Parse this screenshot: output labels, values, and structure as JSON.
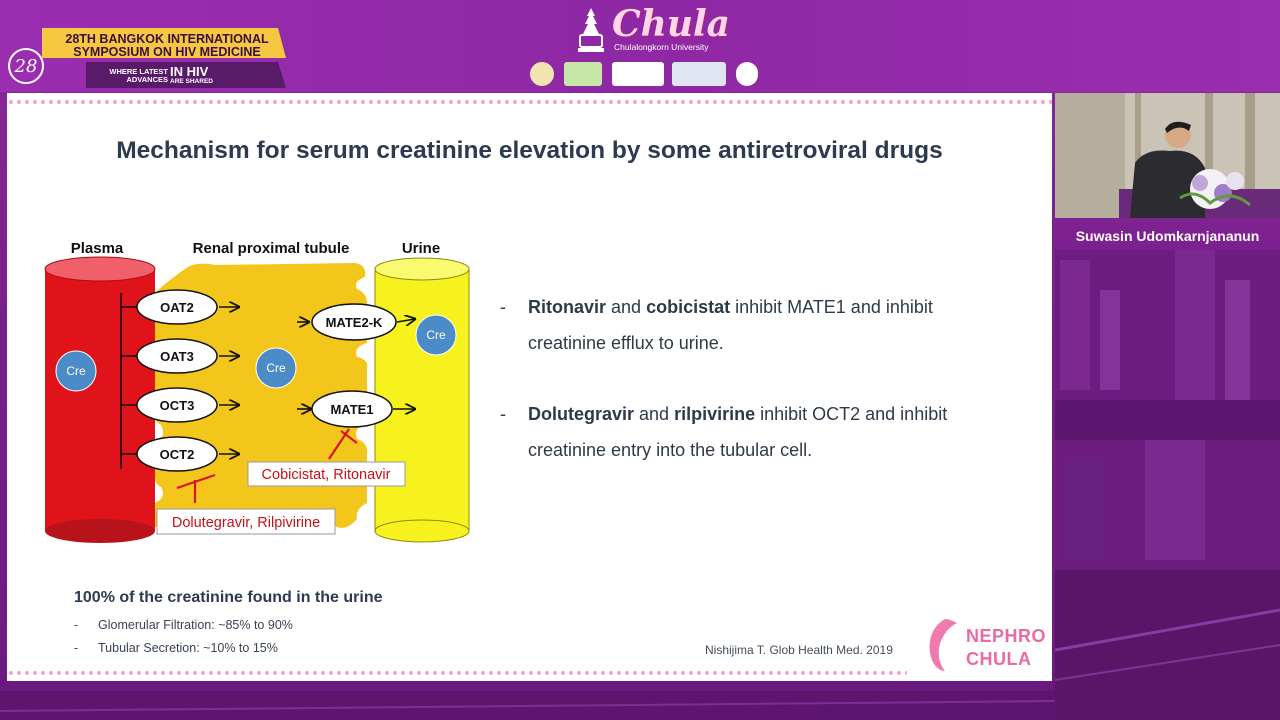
{
  "banner": {
    "symposium_edition": "28",
    "symposium_title_line1": "28TH BANGKOK INTERNATIONAL",
    "symposium_title_line2": "SYMPOSIUM ON  HIV MEDICINE",
    "tagline_left": "WHERE LATEST ADVANCES",
    "tagline_right": "IN HIV",
    "tagline_sub": "ARE SHARED",
    "university_name": "Chula",
    "university_sub": "Chulalongkorn University"
  },
  "slide": {
    "title": "Mechanism for serum creatinine elevation by some antiretroviral drugs",
    "diagram": {
      "headers": {
        "plasma": "Plasma",
        "tubule": "Renal proximal tubule",
        "urine": "Urine"
      },
      "cre_label": "Cre",
      "plasma_transporters": [
        "OAT2",
        "OAT3",
        "OCT3",
        "OCT2"
      ],
      "luminal_transporters": [
        "MATE2-K",
        "MATE1"
      ],
      "inhibitor_mate": "Cobicistat, Ritonavir",
      "inhibitor_oct2": "Dolutegravir, Rilpivirine"
    },
    "bullets": [
      {
        "dash": "-",
        "drug1": "Ritonavir",
        "conj": " and ",
        "drug2": "cobicistat",
        "rest1": " inhibit MATE1 and inhibit",
        "rest2": "creatinine efflux to urine."
      },
      {
        "dash": "-",
        "drug1": "Dolutegravir",
        "conj": " and ",
        "drug2": "rilpivirine",
        "rest1": " inhibit OCT2 and inhibit",
        "rest2": "creatinine entry into the tubular cell."
      }
    ],
    "footnote": {
      "heading": "100% of the creatinine found in the urine",
      "items": [
        {
          "dash": "-",
          "text": "Glomerular Filtration: ~85% to 90%"
        },
        {
          "dash": "-",
          "text": "Tubular Secretion: ~10% to 15%"
        }
      ]
    },
    "citation": "Nishijima T. Glob Health Med. 2019",
    "brand_line1": "NEPHRO",
    "brand_line2": "CHULA"
  },
  "speaker": {
    "name": "Suwasin Udomkarnjananun"
  },
  "colors": {
    "background": "#7a1f8d",
    "title_text": "#2e3a4f",
    "plasma_red": "#e1131a",
    "tubule_yellow": "#f3c61b",
    "urine_yellow": "#f7f21e",
    "cre_blue": "#4b8bc8",
    "inhibitor_red": "#d9141e",
    "brand_pink": "#e96aa4"
  }
}
